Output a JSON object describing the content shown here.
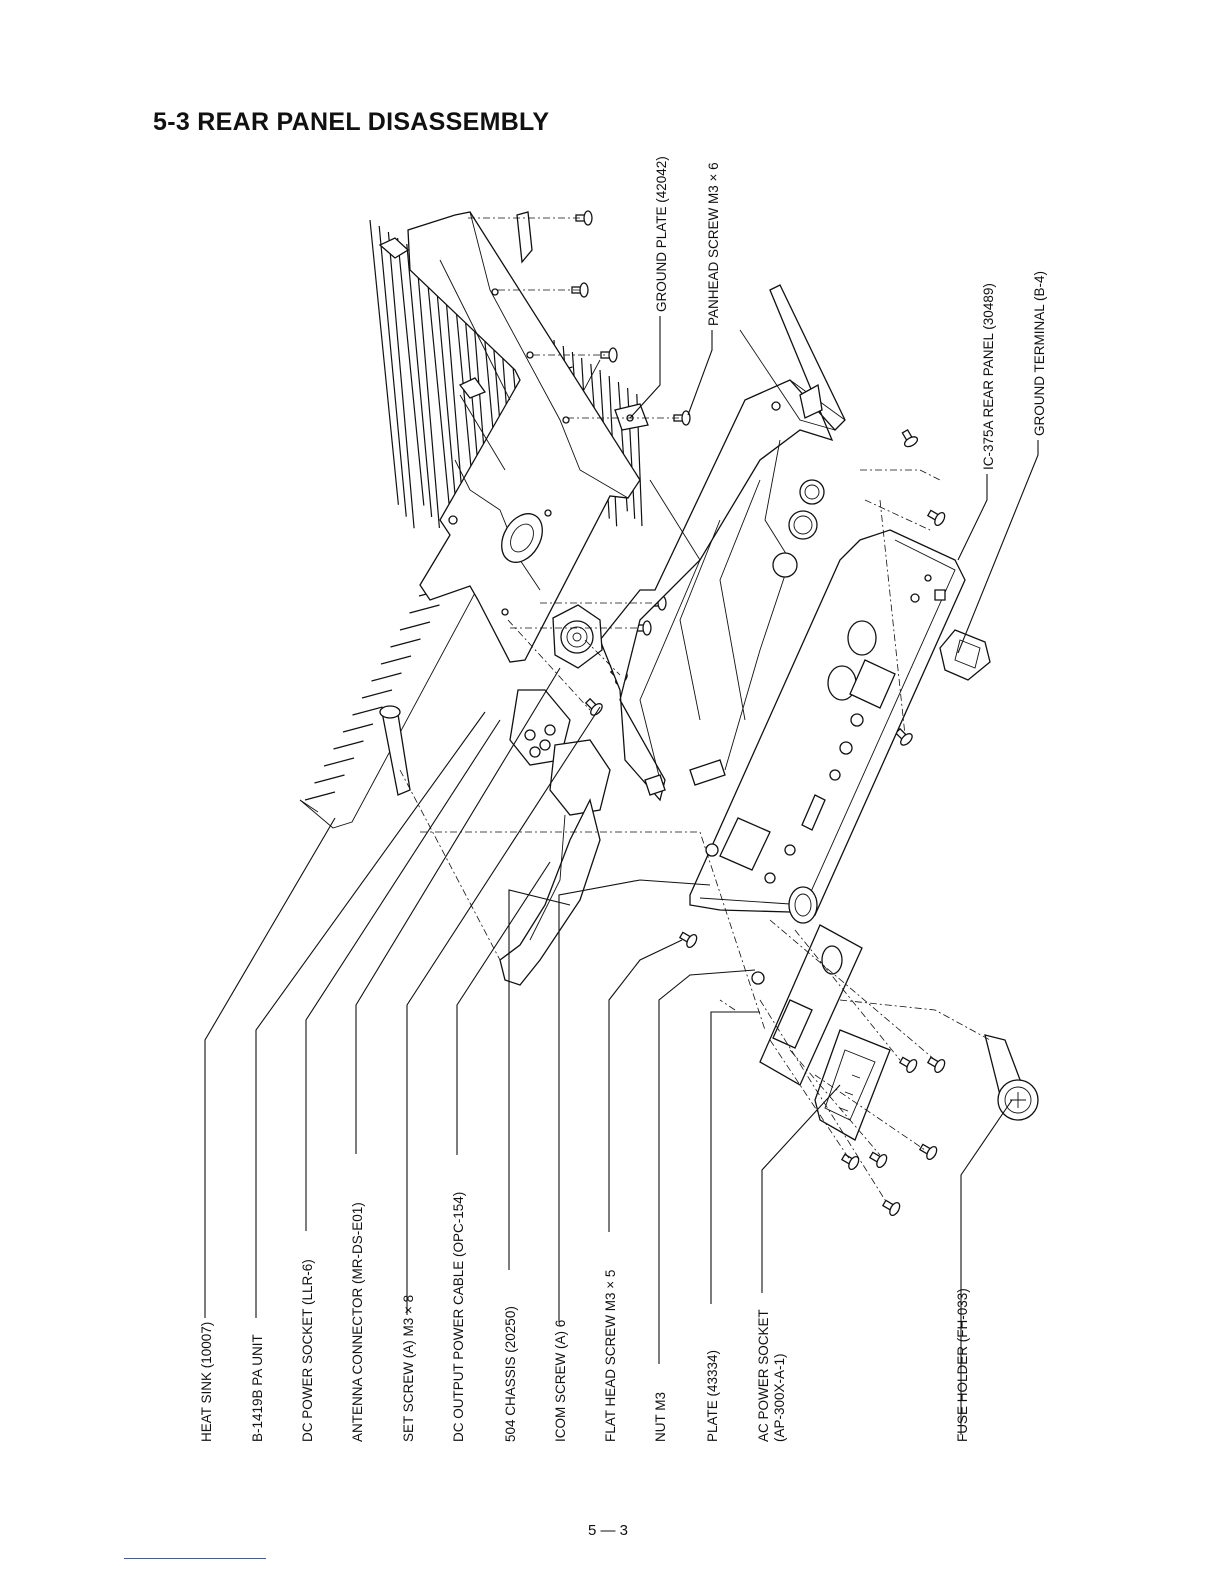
{
  "title": "5-3 REAR PANEL DISASSEMBLY",
  "page_number": "5 — 3",
  "parts": [
    {
      "id": "heat-sink",
      "label": "HEAT SINK (10007)"
    },
    {
      "id": "pa-unit",
      "label": "B-1419B PA UNIT"
    },
    {
      "id": "dc-power-socket",
      "label": "DC POWER SOCKET (LLR-6)"
    },
    {
      "id": "antenna-connector",
      "label": "ANTENNA CONNECTOR (MR-DS-E01)"
    },
    {
      "id": "set-screw",
      "label": "SET SCREW (A) M3 × 8"
    },
    {
      "id": "dc-output-power-cable",
      "label": "DC OUTPUT POWER CABLE (OPC-154)"
    },
    {
      "id": "chassis-504",
      "label": "504 CHASSIS (20250)"
    },
    {
      "id": "icom-screw",
      "label": "ICOM SCREW (A) 6"
    },
    {
      "id": "flat-head-screw",
      "label": "FLAT HEAD SCREW M3 × 5"
    },
    {
      "id": "nut-m3",
      "label": "NUT M3"
    },
    {
      "id": "plate",
      "label": "PLATE (43334)"
    },
    {
      "id": "ac-power-socket",
      "label": "AC POWER SOCKET",
      "sublabel": "(AP-300X-A-1)"
    },
    {
      "id": "fuse-holder",
      "label": "FUSE HOLDER (FH-033)"
    },
    {
      "id": "ground-plate",
      "label": "GROUND PLATE (42042)"
    },
    {
      "id": "panhead-screw",
      "label": "PANHEAD SCREW M3 × 6"
    },
    {
      "id": "rear-panel",
      "label": "IC-375A REAR PANEL (30489)"
    },
    {
      "id": "ground-terminal",
      "label": "GROUND TERMINAL (B-4)"
    }
  ]
}
